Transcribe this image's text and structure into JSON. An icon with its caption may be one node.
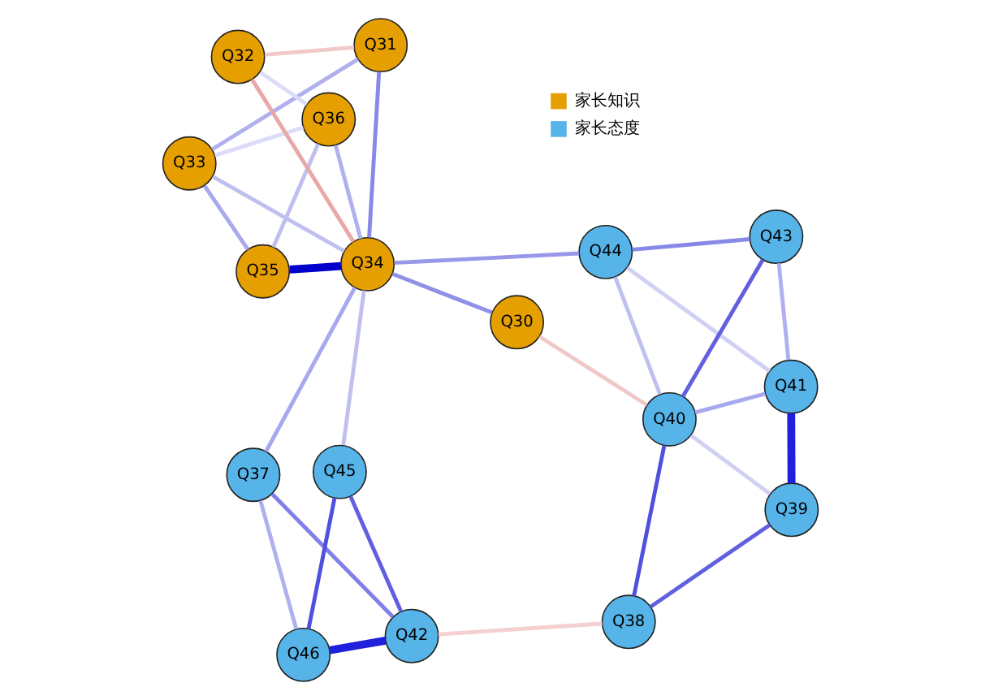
{
  "diagram": {
    "nodes": [
      {
        "text": [
          "Q33"
        ]
      },
      {
        "text": [
          "Q36"
        ]
      },
      {
        "text": [
          "Q35"
        ]
      },
      {
        "text": [
          "Q32"
        ]
      },
      {
        "text": [
          "Q31"
        ]
      },
      {
        "text": [
          "Q34"
        ]
      },
      {
        "text": [
          "Q37"
        ]
      },
      {
        "text": [
          "Q30"
        ]
      },
      {
        "text": [
          "Q42"
        ]
      },
      {
        "text": [
          "Q44"
        ]
      },
      {
        "text": [
          "Q45"
        ]
      },
      {
        "text": [
          "Q46"
        ]
      },
      {
        "text": [
          "Q43"
        ]
      },
      {
        "text": [
          "Q41"
        ]
      },
      {
        "text": [
          "Q40"
        ]
      },
      {
        "text": [
          "Q39"
        ]
      },
      {
        "text": [
          "Q38"
        ]
      }
    ],
    "edges": [
      {
        "from": 2,
        "to": 5,
        "arrow": "none",
        "style": "thick",
        "color": "#0000cc"
      },
      {
        "from": 0,
        "to": 2,
        "arrow": "none",
        "color": "#a8a8ee"
      },
      {
        "from": 0,
        "to": 4,
        "arrow": "none",
        "color": "#b0b0ee"
      },
      {
        "from": 0,
        "to": 1,
        "arrow": "none",
        "color": "#dcdcf8"
      },
      {
        "from": 0,
        "to": 5,
        "arrow": "none",
        "color": "#c0c0f0"
      },
      {
        "from": 1,
        "to": 2,
        "arrow": "none",
        "color": "#c0c0f0"
      },
      {
        "from": 1,
        "to": 5,
        "arrow": "none",
        "color": "#b0b0ee"
      },
      {
        "from": 1,
        "to": 3,
        "arrow": "none",
        "color": "#dcdcf8"
      },
      {
        "from": 3,
        "to": 5,
        "arrow": "none",
        "color": "#e8a8a8"
      },
      {
        "from": 4,
        "to": 3,
        "arrow": "none",
        "color": "#f0c8c8"
      },
      {
        "from": 4,
        "to": 5,
        "arrow": "none",
        "color": "#8888e8"
      },
      {
        "from": 6,
        "to": 5,
        "arrow": "none",
        "color": "#a8a8ee"
      },
      {
        "from": 5,
        "to": 7,
        "arrow": "none",
        "color": "#9090e8"
      },
      {
        "from": 5,
        "to": 9,
        "arrow": "none",
        "color": "#9898e8"
      },
      {
        "from": 5,
        "to": 10,
        "arrow": "none",
        "color": "#c0c0f0"
      },
      {
        "from": 6,
        "to": 8,
        "arrow": "none",
        "color": "#8080e8"
      },
      {
        "from": 6,
        "to": 11,
        "arrow": "none",
        "color": "#b0b0ee"
      },
      {
        "from": 8,
        "to": 11,
        "arrow": "none",
        "style": "thick",
        "color": "#2020dd"
      },
      {
        "from": 8,
        "to": 10,
        "arrow": "none",
        "color": "#6060e0"
      },
      {
        "from": 11,
        "to": 10,
        "arrow": "none",
        "color": "#5050e0"
      },
      {
        "from": 9,
        "to": 12,
        "arrow": "none",
        "color": "#8888e8"
      },
      {
        "from": 9,
        "to": 14,
        "arrow": "none",
        "color": "#c0c0f0"
      },
      {
        "from": 9,
        "to": 13,
        "arrow": "none",
        "color": "#d0d0f4"
      },
      {
        "from": 7,
        "to": 14,
        "arrow": "none",
        "color": "#f0c8c8"
      },
      {
        "from": 12,
        "to": 13,
        "arrow": "none",
        "color": "#b0b0ee"
      },
      {
        "from": 12,
        "to": 14,
        "arrow": "none",
        "color": "#6060e0"
      },
      {
        "from": 13,
        "to": 14,
        "arrow": "none",
        "color": "#a8a8ee"
      },
      {
        "from": 13,
        "to": 15,
        "arrow": "none",
        "style": "thick",
        "color": "#2020dd"
      },
      {
        "from": 15,
        "to": 16,
        "arrow": "none",
        "color": "#6060e0"
      },
      {
        "from": 16,
        "to": 14,
        "arrow": "none",
        "color": "#5050e0"
      },
      {
        "from": 15,
        "to": 14,
        "arrow": "none",
        "color": "#d0d0f4"
      },
      {
        "from": 8,
        "to": 16,
        "arrow": "none",
        "color": "#f4d0d0"
      }
    ],
    "legend": [
      {
        "text": "家长知识",
        "color": "#e69f00"
      },
      {
        "text": "家长态度",
        "color": "#56b4e9"
      }
    ]
  }
}
